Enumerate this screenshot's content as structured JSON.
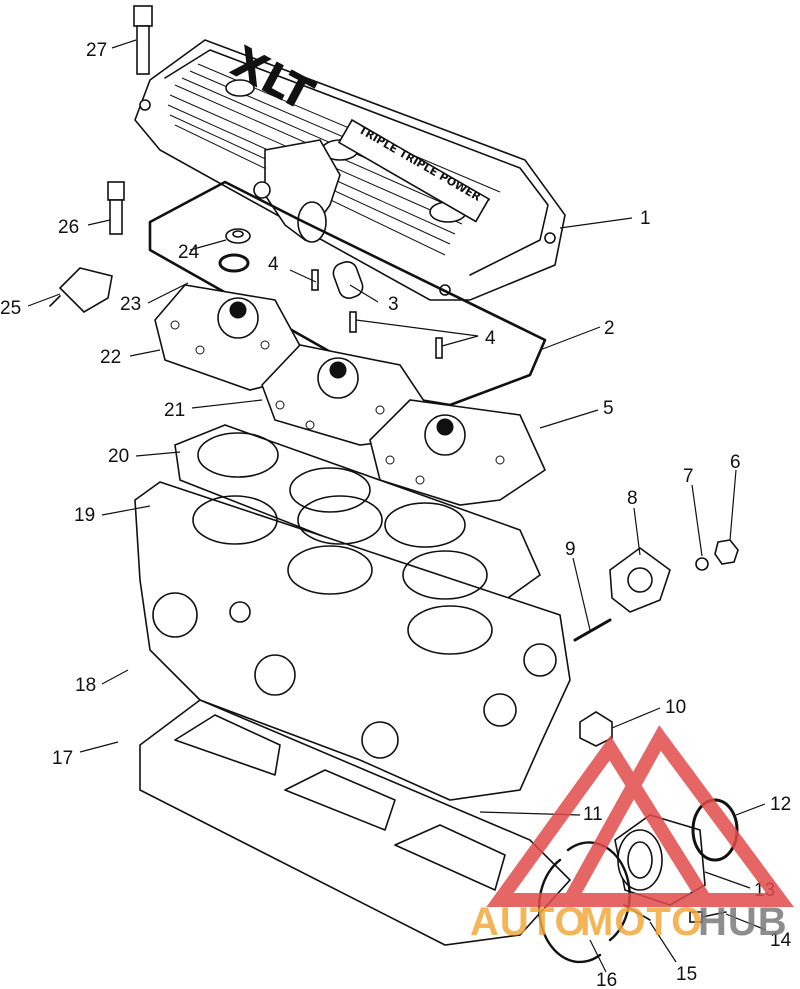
{
  "cover": {
    "badge": "XLT",
    "plate": "TRIPLE TRIPLE POWER"
  },
  "callouts": [
    "1",
    "2",
    "3",
    "4",
    "4",
    "5",
    "6",
    "7",
    "8",
    "9",
    "10",
    "11",
    "12",
    "13",
    "14",
    "15",
    "16",
    "17",
    "18",
    "19",
    "20",
    "21",
    "22",
    "23",
    "24",
    "25",
    "26",
    "27"
  ],
  "watermark": {
    "part1": "AUTO",
    "part2": "MOTO",
    "part3": "HUB",
    "color_primary": "#e24b4b",
    "color_secondary": "#f2a93b",
    "color_dark": "#7a7a7a"
  }
}
